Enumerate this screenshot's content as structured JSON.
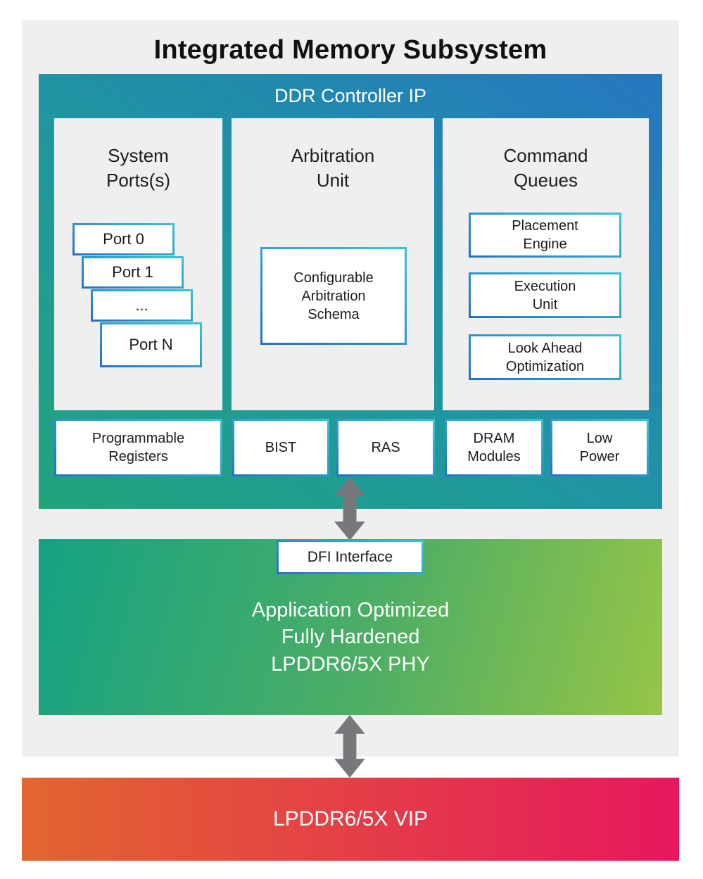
{
  "title": "Integrated Memory Subsystem",
  "ddr": {
    "title": "DDR Controller IP",
    "columns": [
      {
        "header": "System\nPorts(s)"
      },
      {
        "header": "Arbitration\nUnit"
      },
      {
        "header": "Command\nQueues"
      }
    ],
    "ports": {
      "items": [
        "Port 0",
        "Port 1",
        "...",
        "Port N"
      ]
    },
    "arbitration_box": "Configurable\nArbitration\nSchema",
    "queue_boxes": [
      "Placement\nEngine",
      "Execution\nUnit",
      "Look Ahead\nOptimization"
    ],
    "bottom_boxes": [
      "Programmable\nRegisters",
      "BIST",
      "RAS",
      "DRAM\nModules",
      "Low\nPower"
    ]
  },
  "phy": {
    "dfi_label": "DFI Interface",
    "line1": "Application Optimized",
    "line2": "Fully Hardened",
    "line3": "LPDDR6/5X PHY"
  },
  "vip": {
    "label": "LPDDR6/5X VIP"
  },
  "colors": {
    "panel_bg": "#efefef",
    "ddr_gradient_start": "#21a47b",
    "ddr_gradient_end": "#2677c1",
    "box_border_cyan": "#3cc4d2",
    "box_border_blue": "#2472c7",
    "phy_gradient_start": "#14a283",
    "phy_gradient_end": "#97c547",
    "vip_gradient_start": "#e2662f",
    "vip_gradient_end": "#e6175e",
    "arrow_gray": "#77787b"
  }
}
